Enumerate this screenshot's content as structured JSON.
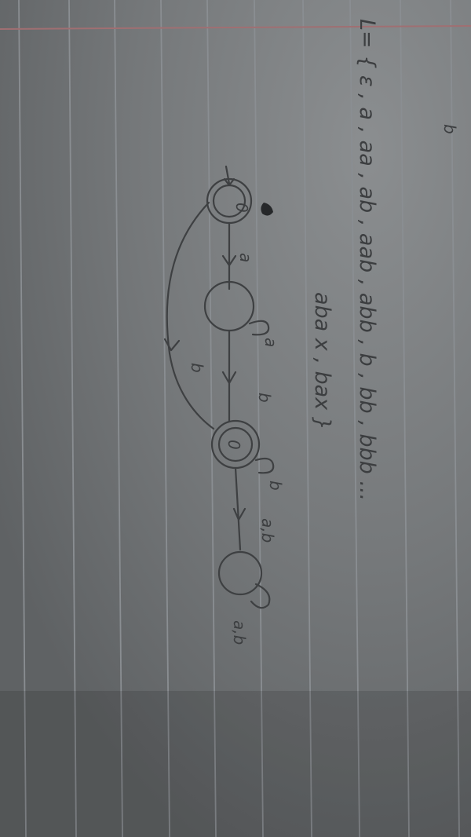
{
  "photo": {
    "description_hidden": "",
    "language_line_1": "L= { ε , a , aa , ab , aab , abb , b , bb , bbb ...",
    "language_line_2": "aba x , bax }",
    "corner_mark": "b",
    "transition_labels": {
      "start_to_s1": "a",
      "s1_loop": "a",
      "s1_to_s2": "b",
      "start_to_s2": "b",
      "s2_loop": "b",
      "s2_to_trap": "a,b",
      "trap_loop": "a,b"
    },
    "state_labels": {
      "q0": "0",
      "q2": "0"
    },
    "colors": {
      "paper": "#777a7c",
      "rule_line": "#8a8e92",
      "margin_line": "#a06f72",
      "ink": "#3e4042"
    }
  }
}
